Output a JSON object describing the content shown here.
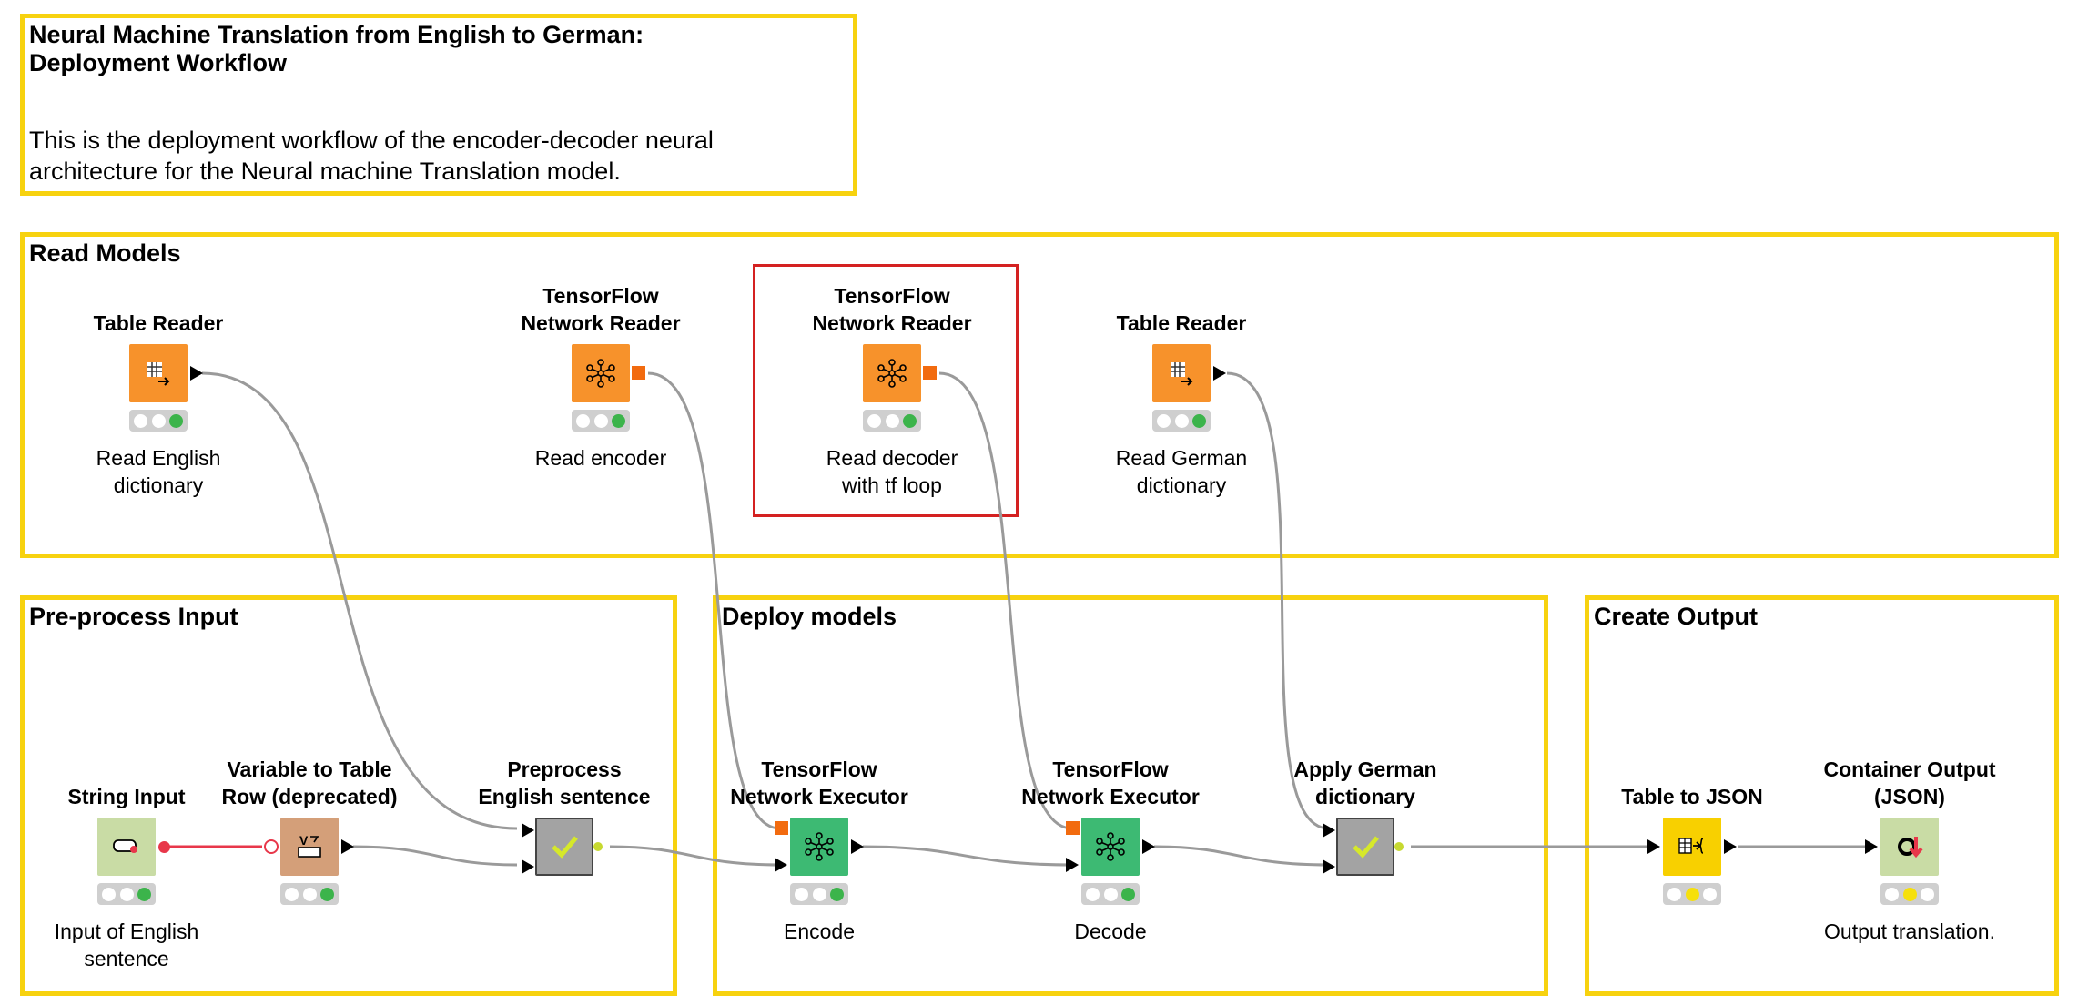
{
  "description": {
    "title_line1": "Neural Machine Translation from English to German:",
    "title_line2": "Deployment Workflow",
    "body_line1": "This is the deployment workflow of the encoder-decoder neural",
    "body_line2": "architecture for the Neural machine Translation model."
  },
  "groups": {
    "read_models": "Read Models",
    "preprocess": "Pre-process Input",
    "deploy": "Deploy models",
    "output": "Create Output"
  },
  "nodes": {
    "table_reader_en": {
      "title": "Table Reader",
      "caption": "Read English dictionary",
      "type": "source-table",
      "status": [
        "off",
        "off",
        "green"
      ]
    },
    "tf_reader_enc": {
      "title": "TensorFlow Network Reader",
      "caption": "Read encoder",
      "type": "tensorflow-source",
      "status": [
        "off",
        "off",
        "green"
      ]
    },
    "tf_reader_dec": {
      "title": "TensorFlow Network Reader",
      "caption": "Read decoder with tf loop",
      "type": "tensorflow-source",
      "status": [
        "off",
        "off",
        "green"
      ]
    },
    "table_reader_de": {
      "title": "Table Reader",
      "caption": "Read German dictionary",
      "type": "source-table",
      "status": [
        "off",
        "off",
        "green"
      ]
    },
    "string_input": {
      "title": "String Input",
      "caption": "Input of English sentence",
      "type": "quickform",
      "status": [
        "off",
        "off",
        "green"
      ]
    },
    "var_to_table": {
      "title": "Variable to Table Row (deprecated)",
      "caption": "",
      "type": "variable-converter",
      "status": [
        "off",
        "off",
        "green"
      ]
    },
    "preprocess": {
      "title": "Preprocess English sentence",
      "caption": "",
      "type": "metanode",
      "status": []
    },
    "tf_exec_enc": {
      "title": "TensorFlow Network Executor",
      "caption": "Encode",
      "type": "tensorflow-predictor",
      "status": [
        "off",
        "off",
        "green"
      ]
    },
    "tf_exec_dec": {
      "title": "TensorFlow Network Executor",
      "caption": "Decode",
      "type": "tensorflow-predictor",
      "status": [
        "off",
        "off",
        "green"
      ]
    },
    "apply_dict": {
      "title": "Apply German dictionary",
      "caption": "",
      "type": "metanode",
      "status": []
    },
    "table_to_json": {
      "title": "Table to JSON",
      "caption": "",
      "type": "json-converter",
      "status": [
        "off",
        "yellow",
        "off"
      ]
    },
    "container_output": {
      "title": "Container Output (JSON)",
      "caption": "Output translation.",
      "type": "container-output",
      "status": [
        "off",
        "yellow",
        "off"
      ]
    }
  },
  "colors": {
    "annotation_border": "#f7d20f",
    "selection_border": "#d42121",
    "source_orange": "#f7922b",
    "predictor_green": "#3dba73",
    "quickform_green": "#c9dca5",
    "converter_tan": "#d49f79",
    "metanode_gray": "#a3a3a3",
    "json_yellow": "#f8d000",
    "container_green": "#c9dca5",
    "wire_gray": "#9a9a9a",
    "flowvar_red": "#e8374a"
  }
}
